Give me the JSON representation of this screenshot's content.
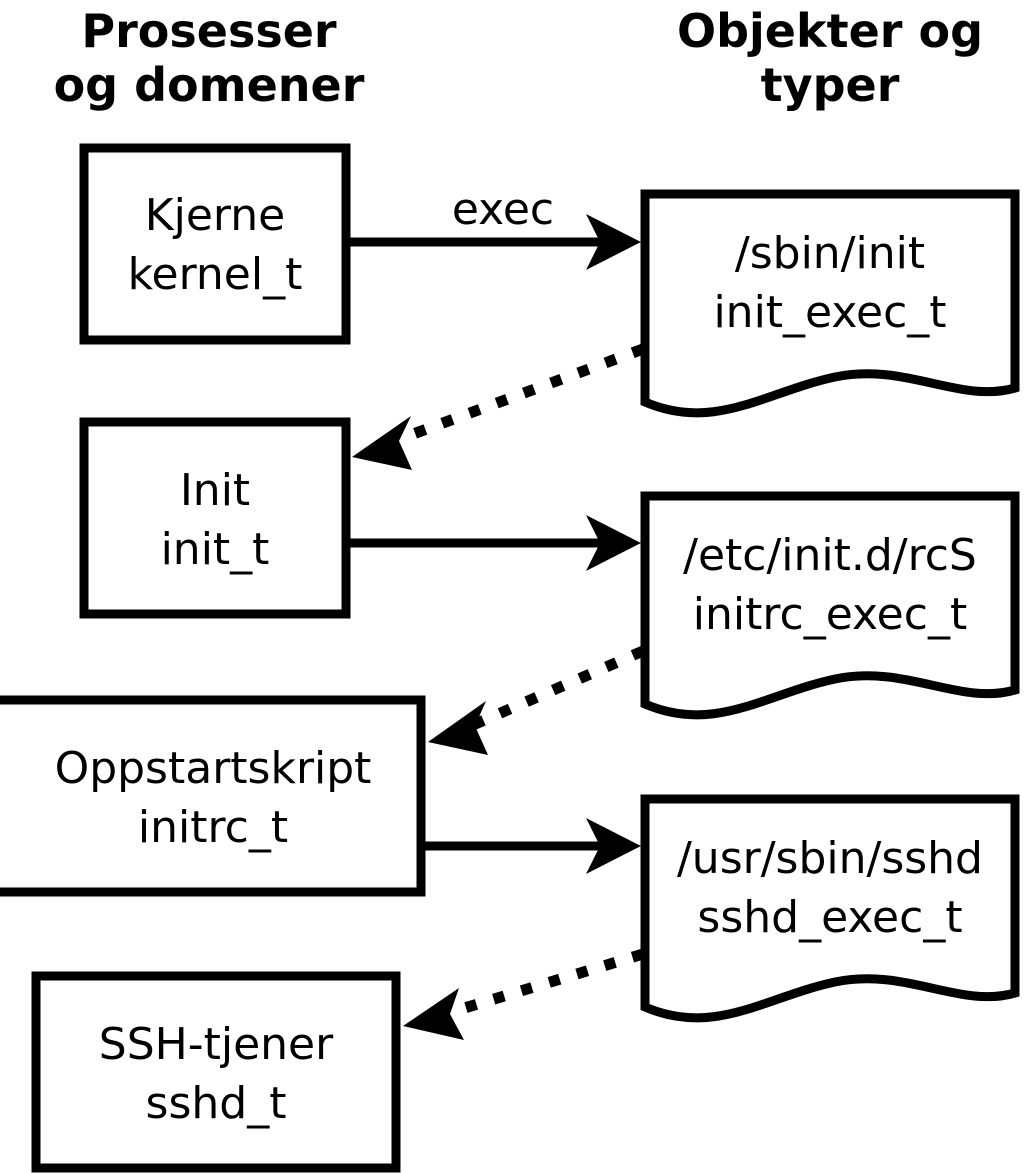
{
  "diagram": {
    "title_columns": {
      "left": {
        "line1": "Prosesser",
        "line2": "og domener"
      },
      "right": {
        "line1": "Objekter og",
        "line2": "typer"
      }
    },
    "processes": [
      {
        "id": "kernel",
        "line1": "Kjerne",
        "line2": "kernel_t"
      },
      {
        "id": "init",
        "line1": "Init",
        "line2": "init_t"
      },
      {
        "id": "initrc",
        "line1": "Oppstartskript",
        "line2": "initrc_t"
      },
      {
        "id": "sshd",
        "line1": "SSH-tjener",
        "line2": "sshd_t"
      }
    ],
    "objects": [
      {
        "id": "init_exec",
        "line1": "/sbin/init",
        "line2": "init_exec_t"
      },
      {
        "id": "initrc_exec",
        "line1": "/etc/init.d/rcS",
        "line2": "initrc_exec_t"
      },
      {
        "id": "sshd_exec",
        "line1": "/usr/sbin/sshd",
        "line2": "sshd_exec_t"
      }
    ],
    "edges": [
      {
        "id": "kernel-exec-init_exec",
        "label": "exec",
        "style": "solid",
        "from": "kernel",
        "to": "init_exec"
      },
      {
        "id": "init_exec-transition-init",
        "label": "",
        "style": "dotted",
        "from": "init_exec",
        "to": "init"
      },
      {
        "id": "init-exec-initrc_exec",
        "label": "",
        "style": "solid",
        "from": "init",
        "to": "initrc_exec"
      },
      {
        "id": "initrc_exec-transition-initrc",
        "label": "",
        "style": "dotted",
        "from": "initrc_exec",
        "to": "initrc"
      },
      {
        "id": "initrc-exec-sshd_exec",
        "label": "",
        "style": "solid",
        "from": "initrc",
        "to": "sshd_exec"
      },
      {
        "id": "sshd_exec-transition-sshd",
        "label": "",
        "style": "dotted",
        "from": "sshd_exec",
        "to": "sshd"
      }
    ],
    "colors": {
      "background": "#ffffff",
      "stroke": "#000000",
      "fill": "#ffffff"
    }
  }
}
